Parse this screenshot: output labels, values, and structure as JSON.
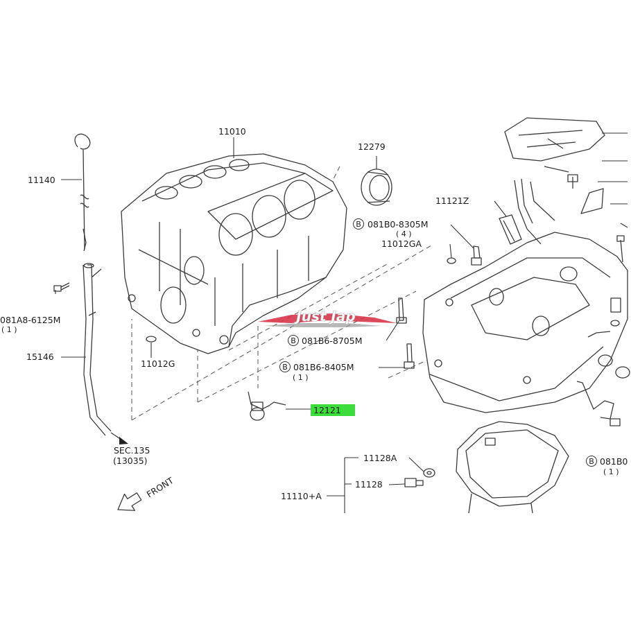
{
  "callouts": {
    "p11010": "11010",
    "p12279": "12279",
    "p11140": "11140",
    "p11121z": "11121Z",
    "p081b0_8305m": "081B0-8305M",
    "p081b0_8305m_qty": "( 4 )",
    "p11012ga": "11012GA",
    "p081a8_6125m": "081A8-6125M",
    "p081a8_6125m_qty": "( 1 )",
    "p15146": "15146",
    "p11012g": "11012G",
    "p081b6_8705m": "081B6-8705M",
    "p081b6_8405m": "081B6-8405M",
    "p081b6_8405m_qty": "( 1 )",
    "p12121": "12121",
    "sec135": "SEC.135",
    "sec135_ref": "(13035)",
    "p11128a": "11128A",
    "p11128": "11128",
    "p11110a": "11110+A",
    "p081b0_partial": "081B0",
    "p081b0_partial_qty": "( 1 )",
    "front": "FRONT"
  },
  "bolt_marker": "B",
  "watermark": "Just Jap",
  "colors": {
    "line": "#333333",
    "highlight": "#3ddc3d",
    "watermark_red": "#d8354a",
    "watermark_gray": "#9a9a9a"
  }
}
